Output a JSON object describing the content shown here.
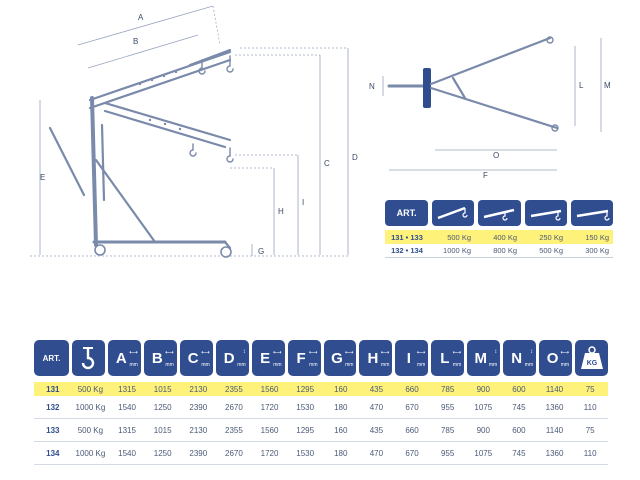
{
  "dimension_labels": {
    "A": "A",
    "B": "B",
    "C": "C",
    "D": "D",
    "E": "E",
    "F": "F",
    "G": "G",
    "H": "H",
    "I": "I",
    "L": "L",
    "M": "M",
    "N": "N",
    "O": "O"
  },
  "small_table": {
    "art_label": "ART.",
    "rows": [
      {
        "art": "131 • 133",
        "values": [
          "500 Kg",
          "400 Kg",
          "250 Kg",
          "150 Kg"
        ],
        "highlight": true
      },
      {
        "art": "132 • 134",
        "values": [
          "1000 Kg",
          "800 Kg",
          "500 Kg",
          "300 Kg"
        ],
        "highlight": false
      }
    ]
  },
  "big_table": {
    "art_label": "ART.",
    "headers": [
      {
        "letter": "A",
        "unit": "mm"
      },
      {
        "letter": "B",
        "unit": "mm"
      },
      {
        "letter": "C",
        "unit": "mm"
      },
      {
        "letter": "D",
        "unit": "mm"
      },
      {
        "letter": "E",
        "unit": "mm"
      },
      {
        "letter": "F",
        "unit": "mm"
      },
      {
        "letter": "G",
        "unit": "mm"
      },
      {
        "letter": "H",
        "unit": "mm"
      },
      {
        "letter": "I",
        "unit": "mm"
      },
      {
        "letter": "L",
        "unit": "mm"
      },
      {
        "letter": "M",
        "unit": "mm"
      },
      {
        "letter": "N",
        "unit": "mm"
      },
      {
        "letter": "O",
        "unit": "mm"
      }
    ],
    "weight_label": "KG",
    "rows": [
      {
        "art": "131",
        "capacity": "500 Kg",
        "values": [
          "1315",
          "1015",
          "2130",
          "2355",
          "1560",
          "1295",
          "160",
          "435",
          "660",
          "785",
          "900",
          "600",
          "1140"
        ],
        "weight": "75",
        "highlight": true
      },
      {
        "art": "132",
        "capacity": "1000 Kg",
        "values": [
          "1540",
          "1250",
          "2390",
          "2670",
          "1720",
          "1530",
          "180",
          "470",
          "670",
          "955",
          "1075",
          "745",
          "1360"
        ],
        "weight": "110",
        "highlight": false
      },
      {
        "art": "133",
        "capacity": "500 Kg",
        "values": [
          "1315",
          "1015",
          "2130",
          "2355",
          "1560",
          "1295",
          "160",
          "435",
          "660",
          "785",
          "900",
          "600",
          "1140"
        ],
        "weight": "75",
        "highlight": false
      },
      {
        "art": "134",
        "capacity": "1000 Kg",
        "values": [
          "1540",
          "1250",
          "2390",
          "2670",
          "1720",
          "1530",
          "180",
          "470",
          "670",
          "955",
          "1075",
          "745",
          "1360"
        ],
        "weight": "110",
        "highlight": false
      }
    ]
  },
  "colors": {
    "brand": "#2f4d8f",
    "highlight": "#fff27a",
    "structure": "#7a8aaa"
  }
}
